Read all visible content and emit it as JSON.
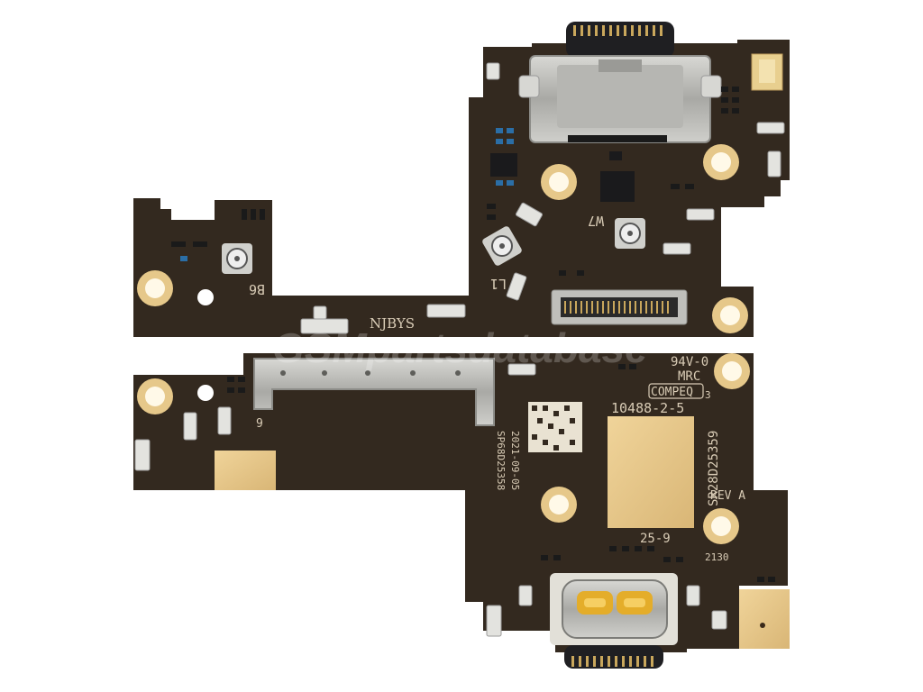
{
  "image": {
    "subject": "charging port flex board",
    "background_color": "#ffffff",
    "board_color": "#33291f",
    "pad_color": "#e6c88a"
  },
  "watermark": {
    "text": "GSMpartsdatabase"
  },
  "top_board": {
    "labels": {
      "b6": "B6",
      "w7": "W7",
      "l1": "L1",
      "brand": "NJBYS"
    }
  },
  "bottom_board": {
    "labels": {
      "rating": "94V-0",
      "mrc": "MRC",
      "compeq": "COMPEQ",
      "compeq_suffix": "3",
      "part_number": "10488-2-5",
      "serial": "SR28D25359",
      "revision": "REV A",
      "date_code": "25-9",
      "lot": "2130",
      "date": "2021-09-05",
      "serial_small": "SP68D25358",
      "nine": "9"
    }
  },
  "icons": [
    "usb-c-connector",
    "board-to-board-connector",
    "coax-connector",
    "microphone"
  ]
}
